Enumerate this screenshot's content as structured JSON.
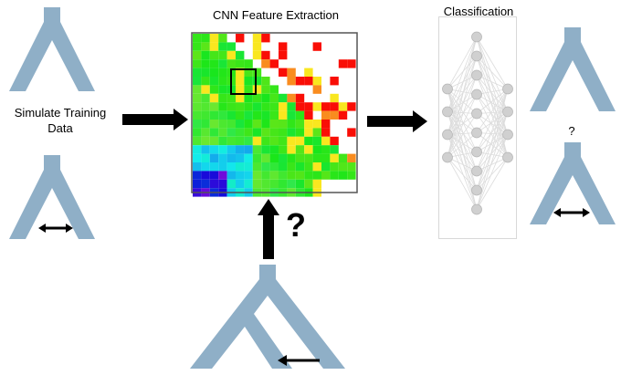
{
  "labels": {
    "cnn_title": "CNN Feature Extraction",
    "classification_title": "Classification",
    "simulate": "Simulate Training Data",
    "question_small": "?",
    "question_big": "?"
  },
  "colors": {
    "tree_fill": "#8fafc7",
    "arrow": "#000000",
    "heatmap_border": "#555555",
    "node_fill": "#d0d0d0",
    "edge": "#dcdcdc"
  },
  "network": {
    "layers": [
      4,
      10,
      4
    ]
  }
}
